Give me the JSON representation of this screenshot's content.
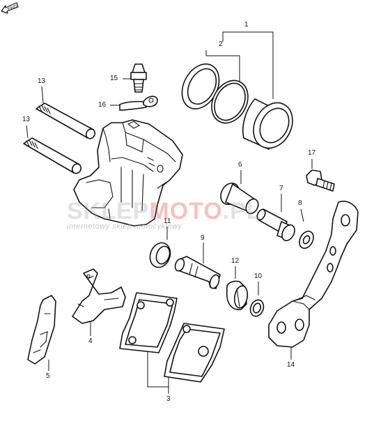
{
  "diagram": {
    "callouts": [
      {
        "id": "1",
        "text": "1"
      },
      {
        "id": "2",
        "text": "2"
      },
      {
        "id": "3",
        "text": "3"
      },
      {
        "id": "4",
        "text": "4"
      },
      {
        "id": "5",
        "text": "5"
      },
      {
        "id": "6",
        "text": "6"
      },
      {
        "id": "7",
        "text": "7"
      },
      {
        "id": "8",
        "text": "8"
      },
      {
        "id": "9",
        "text": "9"
      },
      {
        "id": "10",
        "text": "10"
      },
      {
        "id": "11",
        "text": "11"
      },
      {
        "id": "12",
        "text": "12"
      },
      {
        "id": "13a",
        "text": "13"
      },
      {
        "id": "13b",
        "text": "13"
      },
      {
        "id": "14",
        "text": "14"
      },
      {
        "id": "15",
        "text": "15"
      },
      {
        "id": "16",
        "text": "16"
      },
      {
        "id": "17",
        "text": "17"
      }
    ],
    "fwd_label": "FWD"
  },
  "watermark": {
    "part1": "SKLEP",
    "part2": "MOTO",
    "part3": ".PL",
    "tagline": "internetowy sklep motocyklowy"
  },
  "colors": {
    "line": "#111111",
    "watermark_gray": "#9a9a9a",
    "watermark_red": "#e0201b"
  }
}
